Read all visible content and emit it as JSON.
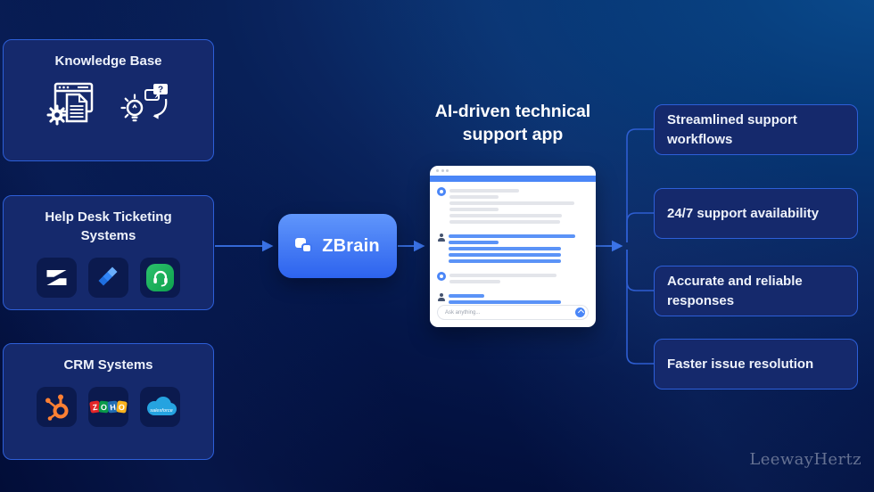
{
  "integrations": {
    "panels": [
      {
        "title": "Knowledge Base",
        "icons": [
          {
            "name": "knowledge-docs-icon"
          },
          {
            "name": "knowledge-faq-icon",
            "glyph": "?"
          }
        ]
      },
      {
        "title": "Help Desk Ticketing Systems",
        "icons": [
          {
            "name": "zendesk-icon"
          },
          {
            "name": "jira-icon"
          },
          {
            "name": "freshdesk-icon"
          }
        ]
      },
      {
        "title": "CRM Systems",
        "icons": [
          {
            "name": "hubspot-icon"
          },
          {
            "name": "zoho-icon",
            "letters": [
              "Z",
              "O",
              "H",
              "O"
            ],
            "letter_colors": [
              "#e42527",
              "#089949",
              "#226db4",
              "#f9b21d"
            ]
          },
          {
            "name": "salesforce-icon",
            "label": "salesforce",
            "color": "#25a3e0"
          }
        ]
      }
    ]
  },
  "zbrain": {
    "label": "ZBrain"
  },
  "app": {
    "title": "AI-driven technical support app",
    "input_placeholder": "Ask anything...",
    "mock_chat": [
      {
        "sender": "assistant",
        "line_widths": [
          78,
          55,
          140,
          55,
          126,
          124
        ]
      },
      {
        "sender": "user",
        "line_widths": [
          142,
          56,
          126,
          126,
          126
        ]
      },
      {
        "sender": "assistant",
        "line_widths": [
          120,
          57
        ]
      },
      {
        "sender": "user",
        "line_widths": [
          40,
          126,
          126,
          126
        ]
      }
    ]
  },
  "benefits": [
    {
      "label": "Streamlined support workflows"
    },
    {
      "label": "24/7 support availability"
    },
    {
      "label": "Accurate and reliable responses"
    },
    {
      "label": "Faster issue resolution"
    }
  ],
  "watermark": "LeewayHertz",
  "colors": {
    "background_top_right": "#0a4a8c",
    "background_bottom_left": "#020d38",
    "panel_fill": "#15296c",
    "panel_border": "#2d5fd8",
    "arrow_blue": "#3b74ea",
    "connector_blue": "#2e5ed2",
    "zbrain_gradient_top": "#6096fb",
    "zbrain_gradient_bottom": "#2d63ee",
    "chat_accent_blue": "#4a86f7",
    "skeleton_gray": "#e3e5ea"
  }
}
